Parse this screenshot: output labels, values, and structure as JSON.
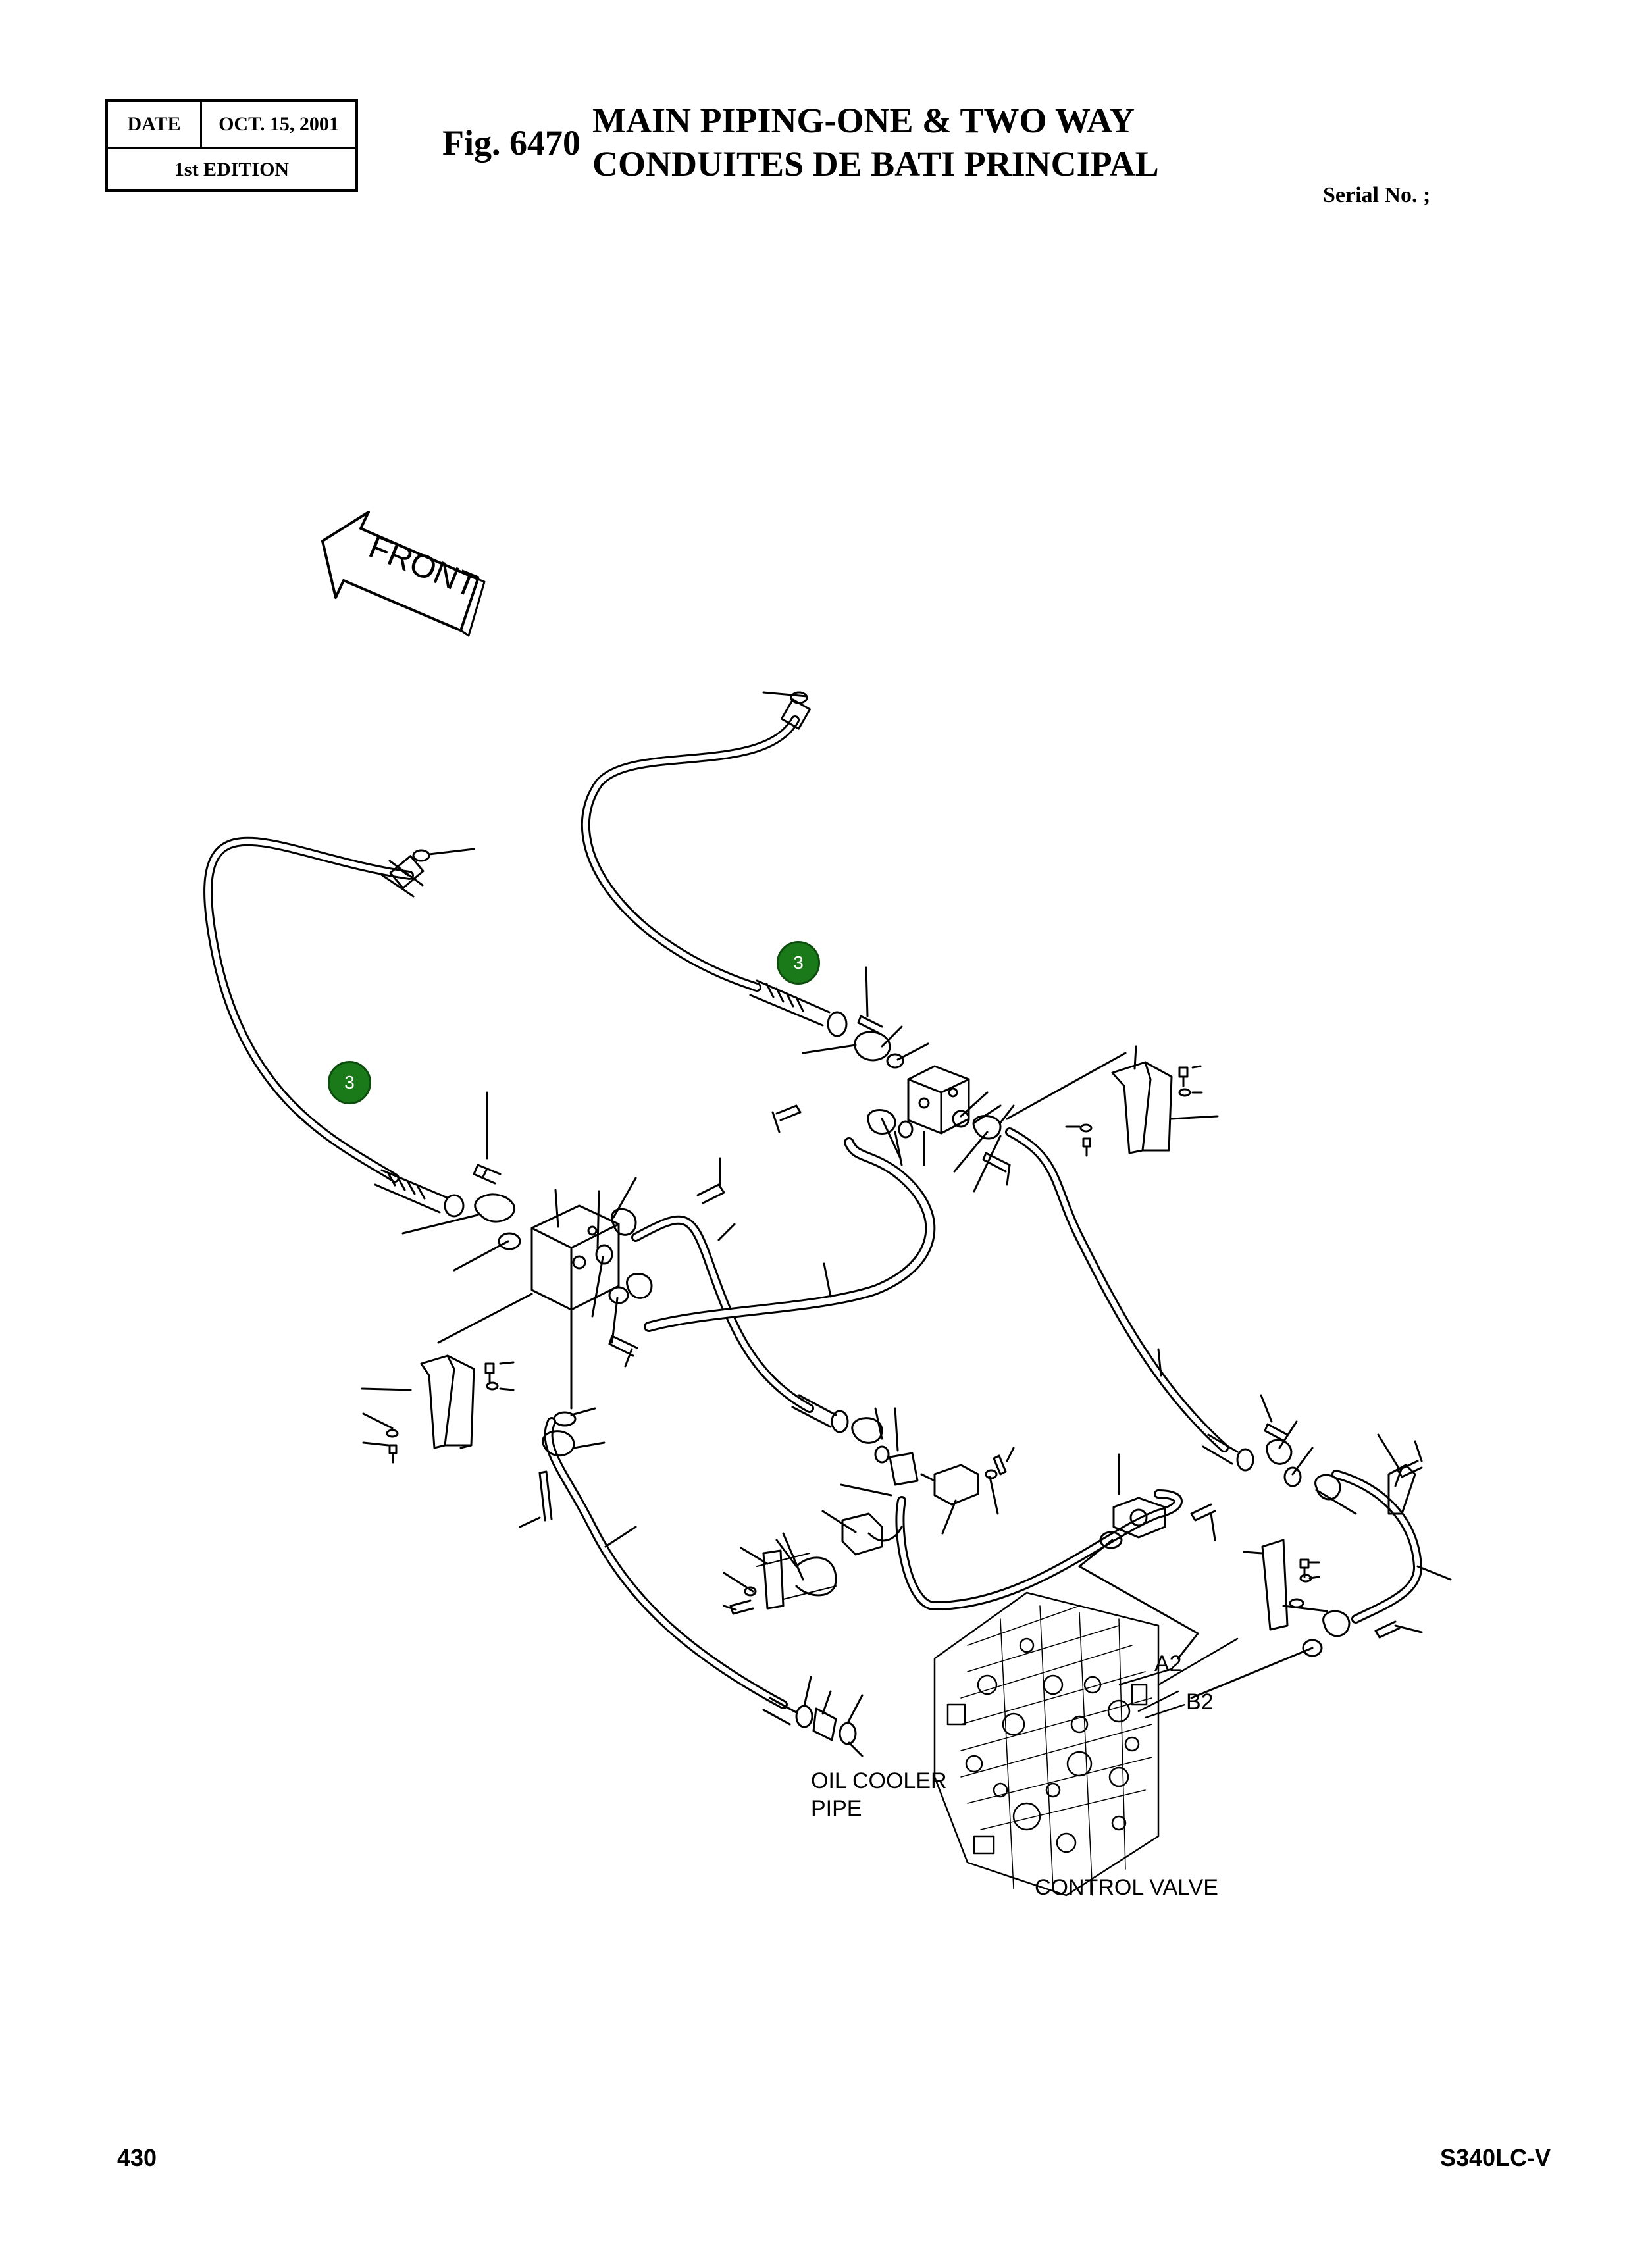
{
  "header": {
    "date_label": "DATE",
    "date_value": "OCT. 15, 2001",
    "edition": "1st EDITION",
    "fig_number": "Fig. 6470",
    "title_en": "MAIN PIPING-ONE & TWO WAY",
    "title_fr": "CONDUITES DE BATI PRINCIPAL",
    "serial": "Serial No. ;"
  },
  "diagram": {
    "front_arrow_label": "FRONT",
    "callouts": [
      {
        "number": "3"
      },
      {
        "number": "3"
      }
    ],
    "labels": {
      "a2": "A2",
      "b2": "B2",
      "oil_cooler_pipe_line1": "OIL COOLER",
      "oil_cooler_pipe_line2": "PIPE",
      "control_valve": "CONTROL VALVE"
    }
  },
  "footer": {
    "page_number": "430",
    "model": "S340LC-V"
  }
}
